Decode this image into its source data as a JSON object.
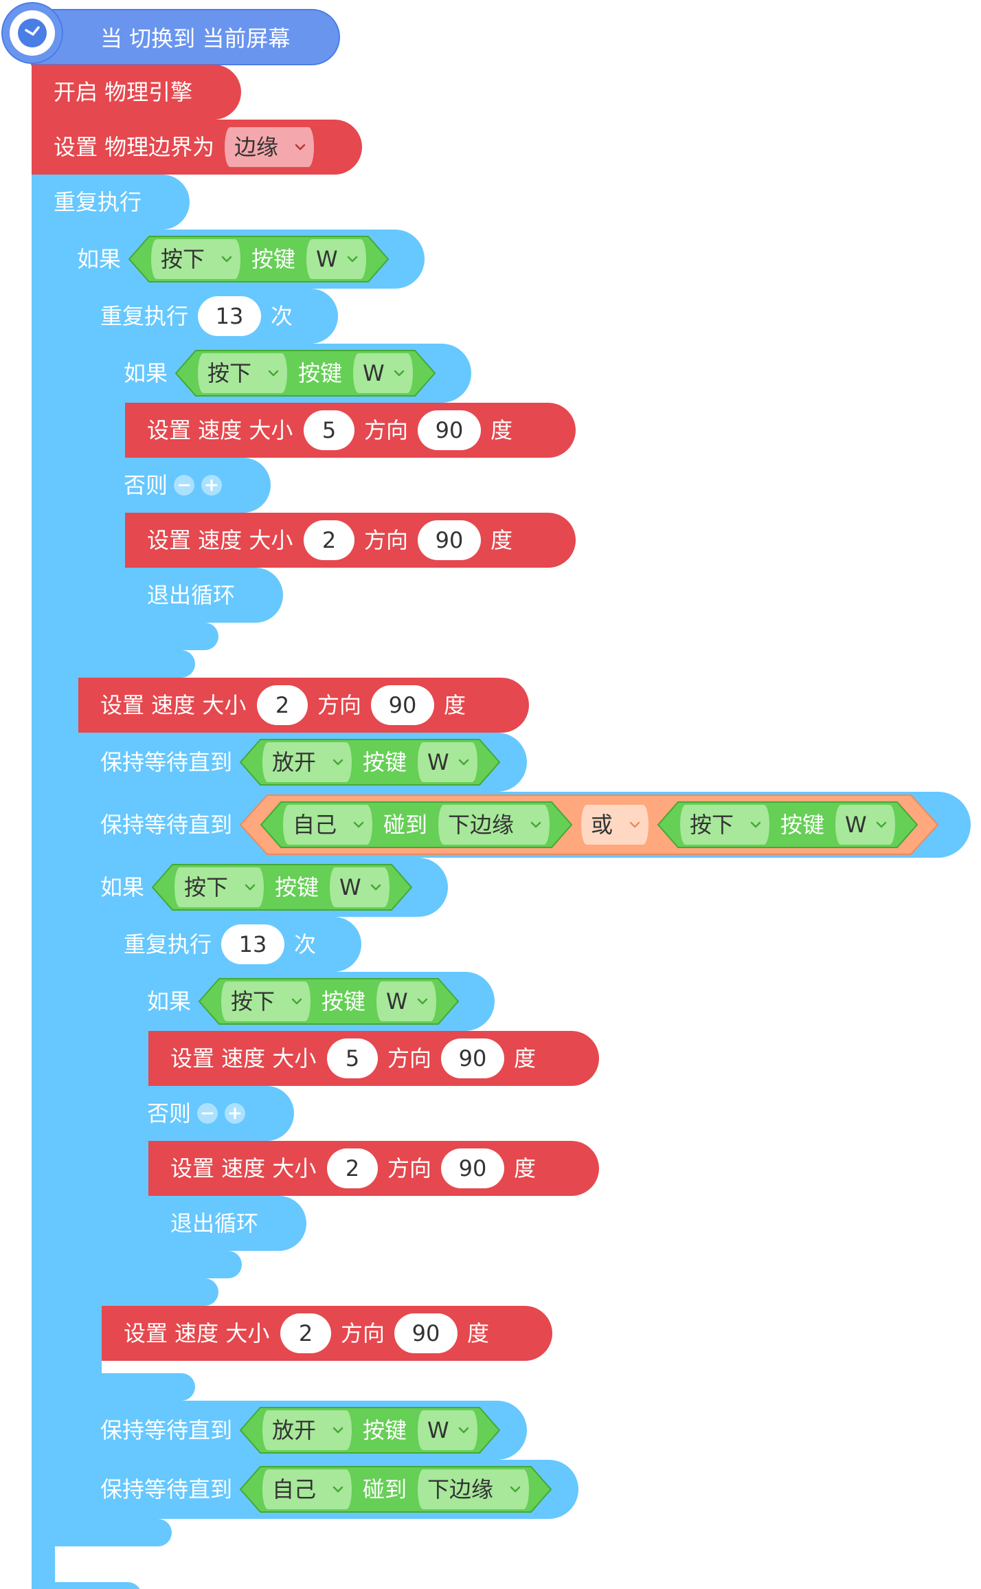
{
  "event": {
    "label": "当 切换到 当前屏幕"
  },
  "colors": {
    "event": "#6a95ef",
    "event_dark": "#4a7de6",
    "loop": "#66c8ff",
    "loop_dark": "#37a9ec",
    "action": "#e5484e",
    "action_dark": "#bc3339",
    "sensor": "#66cf56",
    "sensor_dark": "#44a934",
    "sensor_field": "#a7e89a",
    "operator": "#ffa77d",
    "operator_dark": "#ec8a5c",
    "operator_field": "#ffd8c3",
    "dropdown_red": "#f4a8ad"
  },
  "blocks": [
    {
      "type": "action",
      "label": "开启 物理引擎"
    },
    {
      "type": "action",
      "label": "设置 物理边界为",
      "dropdown": "边缘"
    },
    {
      "type": "loop",
      "label": "重复执行",
      "body": [
        {
          "type": "if",
          "label": "如果",
          "cond": {
            "action": "按下",
            "mid": "按键",
            "key": "W"
          },
          "body": [
            {
              "type": "repeat",
              "label": "重复执行",
              "count": "13",
              "suffix": "次",
              "body": [
                {
                  "type": "ifelse",
                  "label": "如果",
                  "else_label": "否则",
                  "cond": {
                    "action": "按下",
                    "mid": "按键",
                    "key": "W"
                  },
                  "then": [
                    {
                      "type": "velocity",
                      "label": "设置 速度 大小",
                      "speed": "5",
                      "dir_label": "方向",
                      "angle": "90",
                      "unit": "度"
                    }
                  ],
                  "else": [
                    {
                      "type": "velocity",
                      "label": "设置 速度 大小",
                      "speed": "2",
                      "dir_label": "方向",
                      "angle": "90",
                      "unit": "度"
                    },
                    {
                      "type": "break",
                      "label": "退出循环"
                    }
                  ]
                }
              ]
            },
            {
              "type": "velocity",
              "label": "设置 速度 大小",
              "speed": "2",
              "dir_label": "方向",
              "angle": "90",
              "unit": "度"
            },
            {
              "type": "wait",
              "label": "保持等待直到",
              "cond": {
                "action": "放开",
                "mid": "按键",
                "key": "W"
              }
            },
            {
              "type": "wait_or",
              "label": "保持等待直到",
              "left": {
                "subject": "自己",
                "mid": "碰到",
                "target": "下边缘"
              },
              "op": "或",
              "right": {
                "action": "按下",
                "mid": "按键",
                "key": "W"
              }
            },
            {
              "type": "if",
              "label": "如果",
              "cond": {
                "action": "按下",
                "mid": "按键",
                "key": "W"
              },
              "body": [
                {
                  "type": "repeat",
                  "label": "重复执行",
                  "count": "13",
                  "suffix": "次",
                  "body": [
                    {
                      "type": "ifelse",
                      "label": "如果",
                      "else_label": "否则",
                      "cond": {
                        "action": "按下",
                        "mid": "按键",
                        "key": "W"
                      },
                      "then": [
                        {
                          "type": "velocity",
                          "label": "设置 速度 大小",
                          "speed": "5",
                          "dir_label": "方向",
                          "angle": "90",
                          "unit": "度"
                        }
                      ],
                      "else": [
                        {
                          "type": "velocity",
                          "label": "设置 速度 大小",
                          "speed": "2",
                          "dir_label": "方向",
                          "angle": "90",
                          "unit": "度"
                        },
                        {
                          "type": "break",
                          "label": "退出循环"
                        }
                      ]
                    }
                  ]
                },
                {
                  "type": "velocity",
                  "label": "设置 速度 大小",
                  "speed": "2",
                  "dir_label": "方向",
                  "angle": "90",
                  "unit": "度"
                }
              ]
            },
            {
              "type": "wait",
              "label": "保持等待直到",
              "cond": {
                "action": "放开",
                "mid": "按键",
                "key": "W"
              }
            },
            {
              "type": "wait_touch",
              "label": "保持等待直到",
              "cond": {
                "subject": "自己",
                "mid": "碰到",
                "target": "下边缘"
              }
            }
          ]
        }
      ]
    }
  ]
}
